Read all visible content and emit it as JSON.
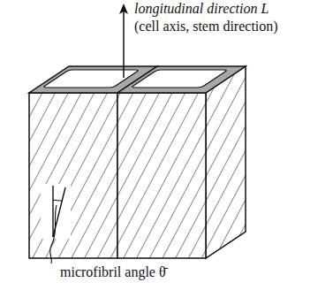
{
  "diagram": {
    "labels": [
      "longitudinal direction L",
      "(cell axis, stem direction)",
      "microfibril angle θ̄"
    ]
  }
}
